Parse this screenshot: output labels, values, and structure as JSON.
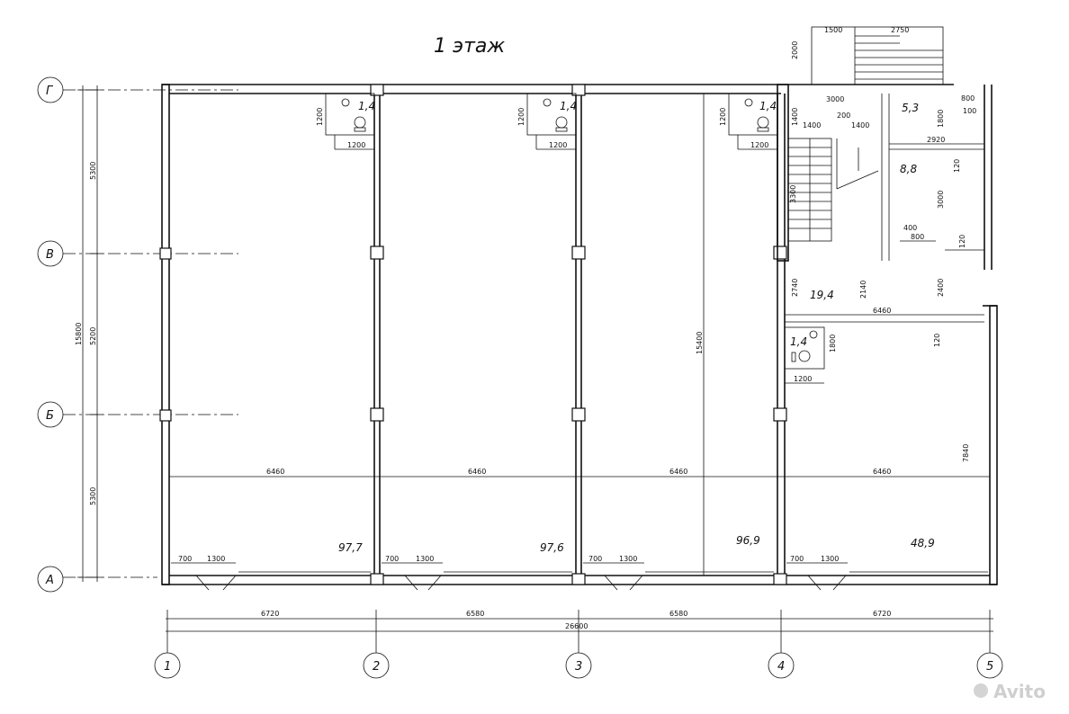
{
  "title": "1 этаж",
  "watermark": "Avito",
  "axes_letters": [
    "Г",
    "В",
    "Б",
    "А"
  ],
  "axes_numbers": [
    "1",
    "2",
    "3",
    "4",
    "5"
  ],
  "left_dims": {
    "overall": "15800",
    "segments": [
      "5300",
      "5200",
      "5300"
    ]
  },
  "bottom_dims": {
    "segments": [
      "6720",
      "6580",
      "6580",
      "6720"
    ],
    "overall": "26600"
  },
  "bay_width": "6460",
  "window_dims": [
    "700",
    "1300"
  ],
  "areas": {
    "bay1": "97,7",
    "bay2": "97,6",
    "bay3": "96,9",
    "bay4": "48,9",
    "wc": "1,4",
    "room_53": "5,3",
    "room_88": "8,8",
    "room_194": "19,4"
  },
  "wc_dims": [
    "1200",
    "1200"
  ],
  "wc4_dims": [
    "1800",
    "1200"
  ],
  "stair_dims": {
    "top_1500": "1500",
    "top_2750": "2750",
    "side_2000": "2000",
    "w_3000": "3000",
    "h_1400": "1400",
    "d_200": "200",
    "d_1400": "1400",
    "d_1800": "1800",
    "d_2920": "2920",
    "d_3300": "3300",
    "d_800": "800",
    "d_100": "100",
    "d_120": "120",
    "d_3000v": "3000",
    "d_400": "400",
    "d_800b": "800",
    "d_2740": "2740",
    "d_2140": "2140",
    "d_2400": "2400",
    "d_6460": "6460",
    "d_15400": "15400",
    "d_7840": "7840"
  }
}
